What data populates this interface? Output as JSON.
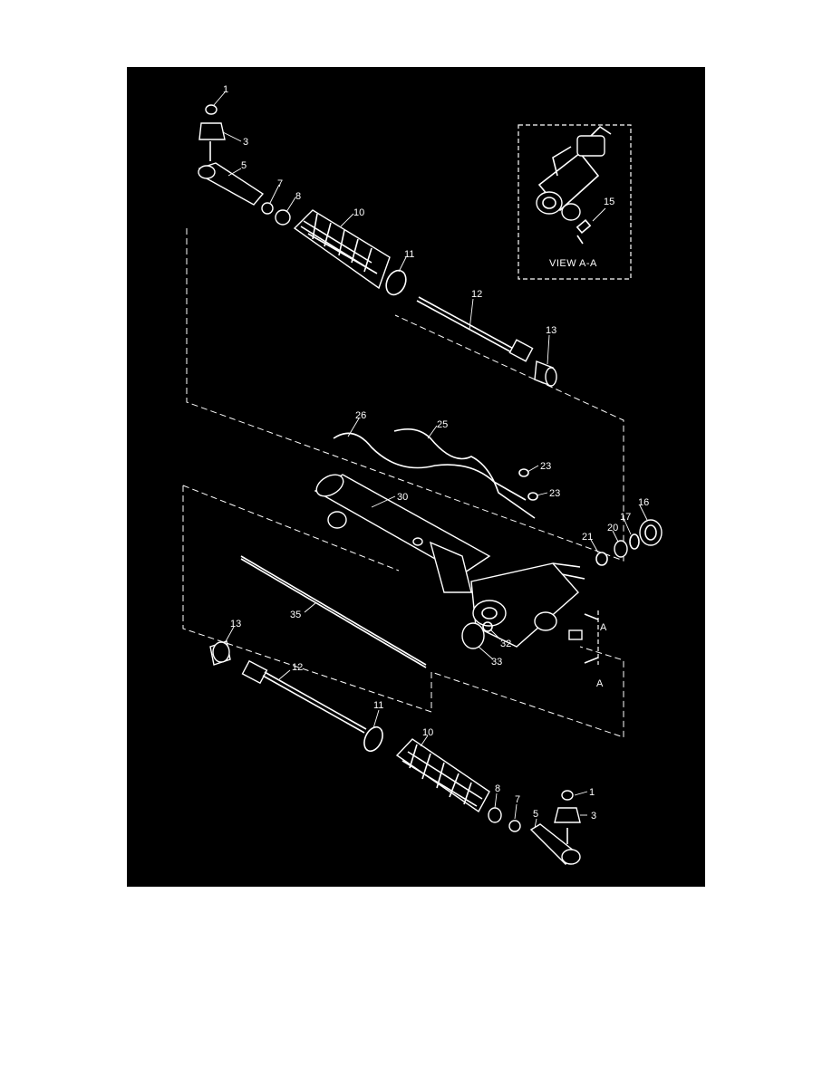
{
  "diagram": {
    "inset_label": "VIEW A-A",
    "section_marker": "A",
    "callouts": [
      {
        "id": "c1-top",
        "text": "1"
      },
      {
        "id": "c3-top",
        "text": "3"
      },
      {
        "id": "c5-top",
        "text": "5"
      },
      {
        "id": "c7-top",
        "text": "7"
      },
      {
        "id": "c8-top",
        "text": "8"
      },
      {
        "id": "c10-top",
        "text": "10"
      },
      {
        "id": "c11-top",
        "text": "11"
      },
      {
        "id": "c12-top",
        "text": "12"
      },
      {
        "id": "c13-top",
        "text": "13"
      },
      {
        "id": "c15",
        "text": "15"
      },
      {
        "id": "c26",
        "text": "26"
      },
      {
        "id": "c25",
        "text": "25"
      },
      {
        "id": "c23-a",
        "text": "23"
      },
      {
        "id": "c23-b",
        "text": "23"
      },
      {
        "id": "c30",
        "text": "30"
      },
      {
        "id": "c16",
        "text": "16"
      },
      {
        "id": "c17",
        "text": "17"
      },
      {
        "id": "c20",
        "text": "20"
      },
      {
        "id": "c21",
        "text": "21"
      },
      {
        "id": "c35",
        "text": "35"
      },
      {
        "id": "c32",
        "text": "32"
      },
      {
        "id": "c33",
        "text": "33"
      },
      {
        "id": "c13-bot",
        "text": "13"
      },
      {
        "id": "c12-bot",
        "text": "12"
      },
      {
        "id": "c11-bot",
        "text": "11"
      },
      {
        "id": "c10-bot",
        "text": "10"
      },
      {
        "id": "c8-bot",
        "text": "8"
      },
      {
        "id": "c7-bot",
        "text": "7"
      },
      {
        "id": "c5-bot",
        "text": "5"
      },
      {
        "id": "c1-bot",
        "text": "1"
      },
      {
        "id": "c3-bot",
        "text": "3"
      }
    ]
  }
}
